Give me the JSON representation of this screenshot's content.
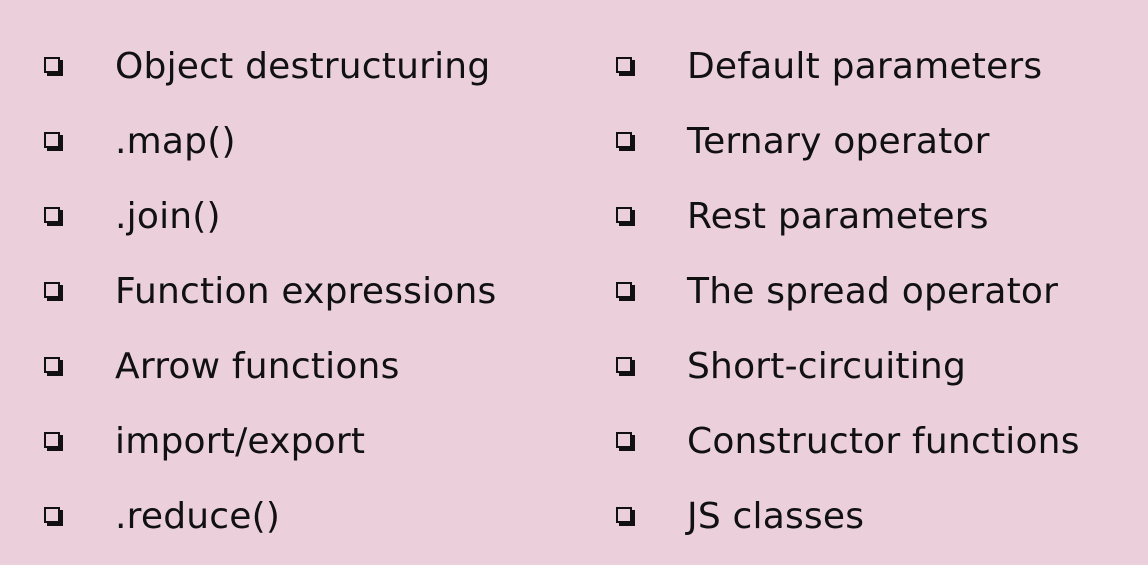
{
  "left_column": {
    "items": [
      {
        "label": "Object destructuring"
      },
      {
        "label": ".map()"
      },
      {
        "label": ".join()"
      },
      {
        "label": "Function expressions"
      },
      {
        "label": "Arrow functions"
      },
      {
        "label": "import/export"
      },
      {
        "label": ".reduce()"
      }
    ]
  },
  "right_column": {
    "items": [
      {
        "label": "Default parameters"
      },
      {
        "label": "Ternary operator"
      },
      {
        "label": "Rest parameters"
      },
      {
        "label": "The spread operator"
      },
      {
        "label": "Short-circuiting"
      },
      {
        "label": "Constructor functions"
      },
      {
        "label": "JS classes"
      }
    ]
  },
  "colors": {
    "background": "#ebd0dc",
    "text": "#111111"
  },
  "icons": {
    "bullet": "checkbox-icon"
  }
}
